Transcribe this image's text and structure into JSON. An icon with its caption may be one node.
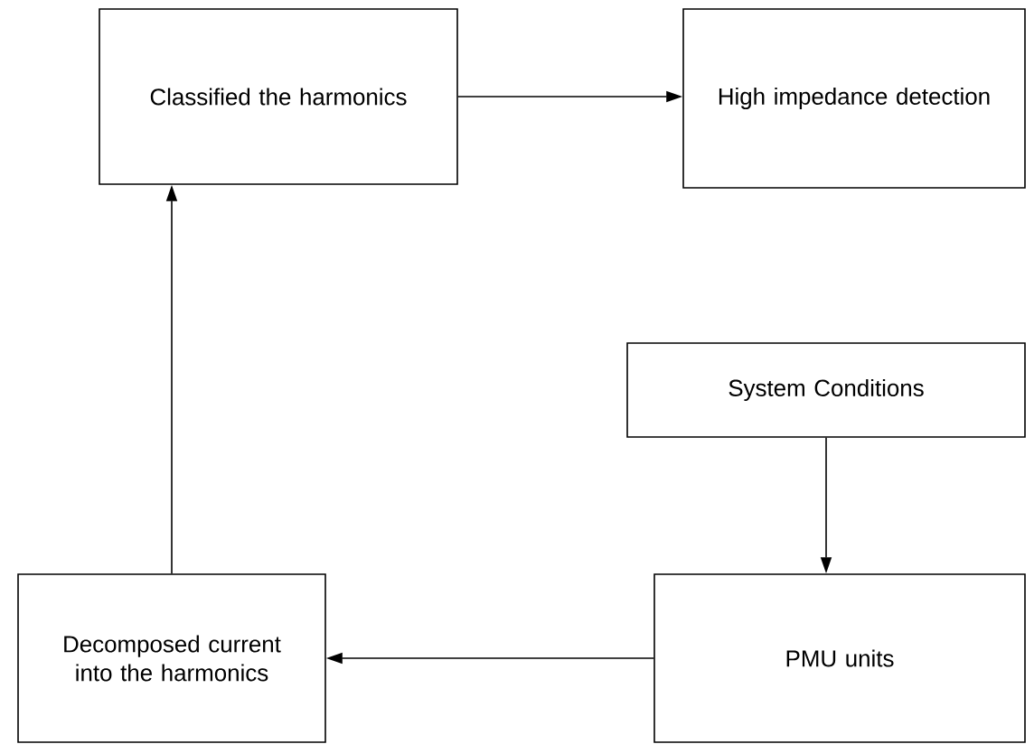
{
  "diagram": {
    "nodes": [
      {
        "text": [
          "Classified the harmonics"
        ]
      },
      {
        "text": [
          "High impedance detection"
        ]
      },
      {
        "text": [
          "System Conditions"
        ]
      },
      {
        "text": [
          "PMU units"
        ]
      },
      {
        "text": [
          "Decomposed current into the harmonics"
        ]
      }
    ],
    "edges": [
      {
        "from": 0,
        "to": 1,
        "arrow": "to"
      },
      {
        "from": 2,
        "to": 3,
        "arrow": "to"
      },
      {
        "from": 3,
        "to": 4,
        "arrow": "to"
      },
      {
        "from": 4,
        "to": 0,
        "arrow": "to"
      }
    ]
  }
}
